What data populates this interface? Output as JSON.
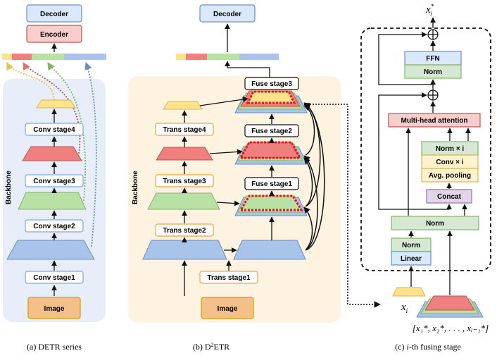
{
  "panel_a": {
    "decoder": "Decoder",
    "encoder": "Encoder",
    "backbone": "Backbone",
    "stages": [
      "Conv stage1",
      "Conv stage2",
      "Conv stage3",
      "Conv stage4"
    ],
    "image": "Image",
    "caption": "(a) DETR series"
  },
  "panel_b": {
    "decoder": "Decoder",
    "backbone": "Backbone",
    "stages": [
      "Trans stage1",
      "Trans stage2",
      "Trans stage3",
      "Trans stage4"
    ],
    "fuse": [
      "Fuse stage1",
      "Fuse stage2",
      "Fuse stage3"
    ],
    "image": "Image",
    "caption_prefix": "(b) D",
    "caption_sup": "2",
    "caption_suffix": "ETR"
  },
  "panel_c": {
    "ffn": "FFN",
    "norm_top": "Norm",
    "mha": "Multi-head attention",
    "norm_i": "Norm × i",
    "conv_i": "Conv × i",
    "avg_pool": "Avg. pooling",
    "concat": "Concat",
    "norm_mid": "Norm",
    "norm_low": "Norm",
    "linear": "Linear",
    "x_out": "x",
    "x_out_sub": "i",
    "x_out_sup": "*",
    "x_in": "x",
    "x_in_sub": "i",
    "prev_set": "[x₁*, x₂*, . . . , xᵢ₋₁*]",
    "caption_prefix": "(c) ",
    "caption_italic": "i",
    "caption_suffix": "-th fusing stage"
  },
  "colors": {
    "blue": "#a9c4eb",
    "green": "#b9e0a5",
    "red": "#f08080",
    "yellow": "#ffe28a",
    "orange": "#f5bf8a",
    "decoder_fill": "#dae8fc",
    "encoder_fill": "#f8cecc",
    "concat_fill": "#e1d5e7",
    "norm_fill": "#d5e8d4",
    "conv_fill": "#fff2cc",
    "backbone_bg_a": "#e8eef9",
    "backbone_bg_b": "#fdf3e0",
    "fuse_red": "#e8141b"
  }
}
